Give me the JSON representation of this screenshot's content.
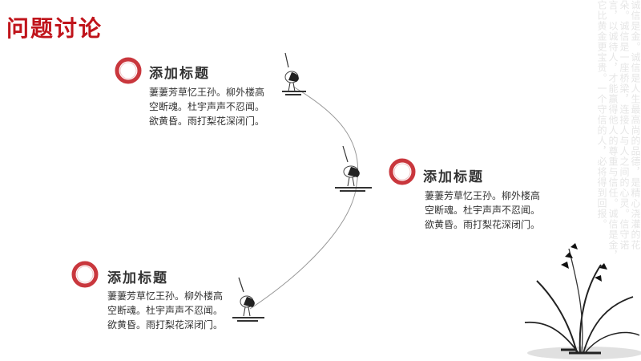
{
  "slide": {
    "title": "问题讨论",
    "background_text": "诚信是金。诚信是人生最高尚的品德，是精心浇灌的花朵。诚信是一座桥梁，连接人与人之间的心灵。信守诺言，以诚待人，才能赢得他人的尊重与信任。诚信是金，它比黄金更宝贵。一个守信的人，必将得到回报。"
  },
  "items": [
    {
      "heading": "添加标题",
      "body": "萋萋芳草忆王孙。柳外楼高空断魂。杜宇声声不忍闻。欲黄昏。雨打梨花深闭门。"
    },
    {
      "heading": "添加标题",
      "body": "萋萋芳草忆王孙。柳外楼高空断魂。杜宇声声不忍闻。欲黄昏。雨打梨花深闭门。"
    },
    {
      "heading": "添加标题",
      "body": "萋萋芳草忆王孙。柳外楼高空断魂。杜宇声声不忍闻。欲黄昏。雨打梨花深闭门。"
    }
  ],
  "colors": {
    "accent": "#c0141b",
    "text": "#333333"
  },
  "icons": [
    "red-brush-ring-icon",
    "crane-icon",
    "orchid-icon"
  ]
}
